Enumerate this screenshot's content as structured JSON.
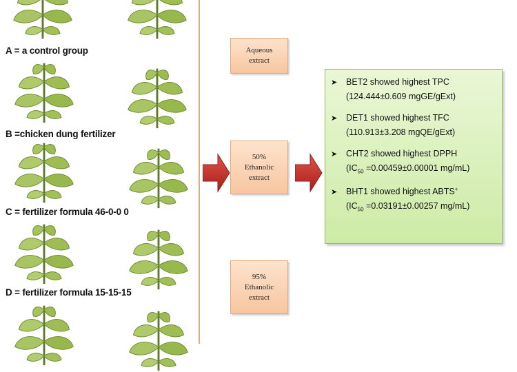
{
  "groups": [
    {
      "label": "A = a control group"
    },
    {
      "label": "B =chicken dung fertilizer"
    },
    {
      "label": "C = fertilizer formula 46-0-0 0"
    },
    {
      "label": "D = fertilizer formula 15-15-15"
    }
  ],
  "extracts": [
    {
      "label": "Aqueous\nextract"
    },
    {
      "label": "50%\nEthanolic\nextract"
    },
    {
      "label": "95%\nEthanolic\nextract"
    }
  ],
  "results": [
    {
      "title": "BET2 showed highest TPC",
      "detail": "(124.444±0.609 mgGE/gExt)"
    },
    {
      "title": "DET1 showed highest TFC",
      "detail": "(110.913±3.208 mgQE/gExt)"
    },
    {
      "title": "CHT2 showed highest DPPH",
      "detail_pre": "(IC",
      "detail_sub": "50",
      "detail_post": " =0.00459±0.00001 mg/mL)"
    },
    {
      "title_pre": "BHT1 showed highest ABTS",
      "title_sup": "+",
      "detail_pre": "(IC",
      "detail_sub": "50",
      "detail_post": " =0.03191±0.00257 mg/mL)"
    }
  ],
  "colors": {
    "arrow": "#c0322b",
    "leaf": "#9dbb52",
    "stem": "#5d7a2a",
    "divider": "#e8a878"
  },
  "icons": {
    "bullet": "arrow-bullet-icon",
    "plant": "plant-icon",
    "arrow": "right-arrow-icon"
  }
}
